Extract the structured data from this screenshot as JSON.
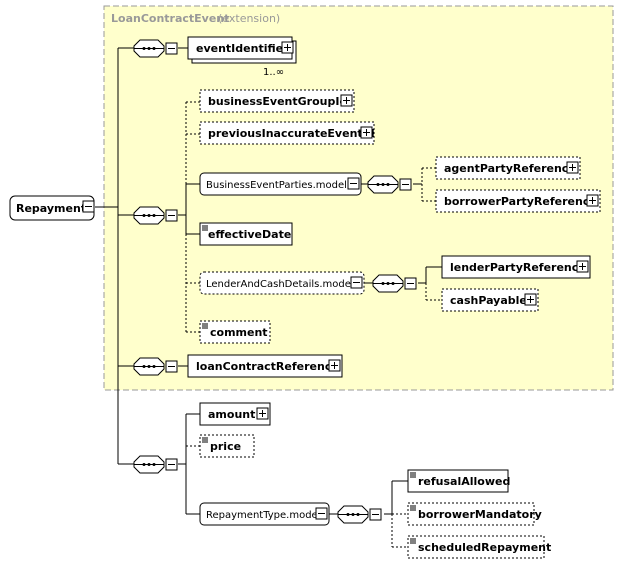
{
  "extension": {
    "title": "LoanContractEvent",
    "note": "(extension)",
    "bg_color": "#ffffcc",
    "border_color": "#999999"
  },
  "root": {
    "label": "Repayment"
  },
  "event_identifier": {
    "label": "eventIdentifier",
    "cardinality": "1..∞"
  },
  "elements": {
    "business_event_group_id": "businessEventGroupId",
    "previous_inaccurate_event_id": "previousInaccurateEventId",
    "business_event_parties_model": "BusinessEventParties.model",
    "agent_party_reference": "agentPartyReference",
    "borrower_party_reference": "borrowerPartyReference",
    "effective_date": "effectiveDate",
    "lender_and_cash_details_model": "LenderAndCashDetails.model",
    "lender_party_reference": "lenderPartyReference",
    "cash_payable": "cashPayable",
    "comment": "comment",
    "loan_contract_reference": "loanContractReference",
    "amount": "amount",
    "price": "price",
    "repayment_type_model": "RepaymentType.model",
    "refusal_allowed": "refusalAllowed",
    "borrower_mandatory": "borrowerMandatory",
    "scheduled_repayment": "scheduledRepayment"
  }
}
